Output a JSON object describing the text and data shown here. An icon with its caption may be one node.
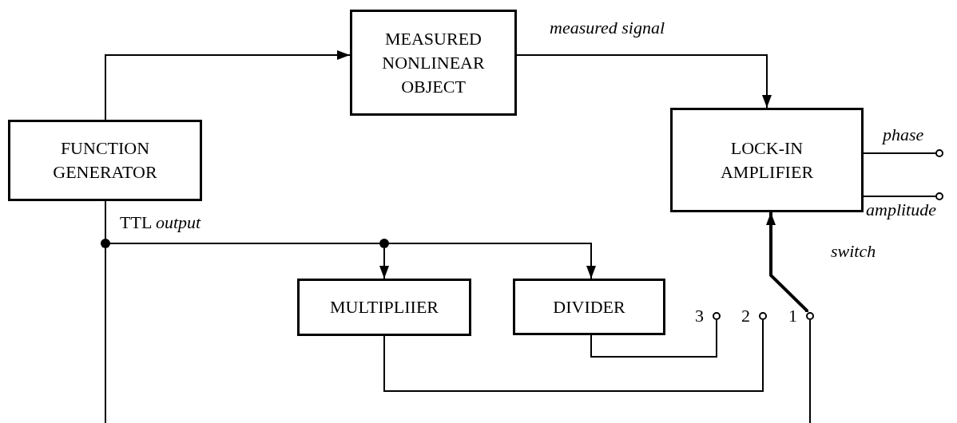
{
  "diagram": {
    "nodes": [
      {
        "text": [
          "FUNCTION GENERATOR"
        ]
      },
      {
        "text": [
          "MEASURED NONLINEAR OBJECT"
        ]
      },
      {
        "text": [
          "LOCK-IN AMPLIFIER"
        ]
      },
      {
        "text": [
          "MULTIPLIIER"
        ]
      },
      {
        "text": [
          "DIVIDER"
        ]
      },
      {
        "text": [],
        "shape": "circle",
        "beside": [
          "3"
        ]
      },
      {
        "text": [],
        "shape": "circle",
        "beside": [
          "2"
        ]
      },
      {
        "text": [],
        "shape": "circle",
        "beside": [
          "1"
        ]
      },
      {
        "text": [],
        "shape": "circle"
      },
      {
        "text": [],
        "shape": "circle"
      }
    ],
    "edges": [
      {
        "from": 0,
        "to": 1,
        "arrow": "to"
      },
      {
        "from": 1,
        "to": 2,
        "arrow": "to",
        "label": "measured signal"
      },
      {
        "from": 0,
        "to": 3,
        "arrow": "to"
      },
      {
        "from": 0,
        "to": 4,
        "arrow": "to"
      },
      {
        "from": 0,
        "to": null,
        "arrow": "none"
      },
      {
        "from": 4,
        "to": 5,
        "arrow": "none"
      },
      {
        "from": 3,
        "to": 6,
        "arrow": "none"
      },
      {
        "from": 7,
        "to": 2,
        "arrow": "to",
        "style": "thick"
      },
      {
        "from": 7,
        "to": null,
        "arrow": "none"
      },
      {
        "from": 2,
        "to": 8,
        "arrow": "none",
        "label": "phase"
      },
      {
        "from": 2,
        "to": 9,
        "arrow": "none",
        "label": "amplitude"
      }
    ],
    "labels": [
      "TTL *output*",
      "switch"
    ]
  }
}
